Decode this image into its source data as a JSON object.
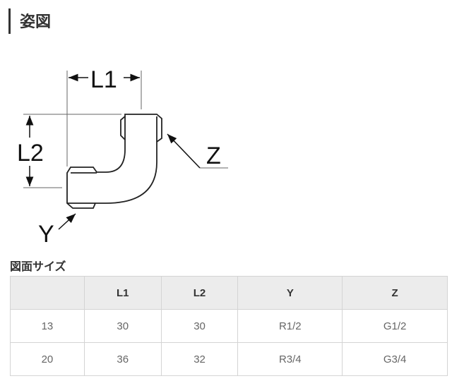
{
  "section_title": "姿図",
  "diagram": {
    "labels": {
      "l1": "L1",
      "l2": "L2",
      "y": "Y",
      "z": "Z"
    }
  },
  "table_title": "図面サイズ",
  "table": {
    "headers": [
      "",
      "L1",
      "L2",
      "Y",
      "Z"
    ],
    "rows": [
      [
        "13",
        "30",
        "30",
        "R1/2",
        "G1/2"
      ],
      [
        "20",
        "36",
        "32",
        "R3/4",
        "G3/4"
      ]
    ]
  }
}
